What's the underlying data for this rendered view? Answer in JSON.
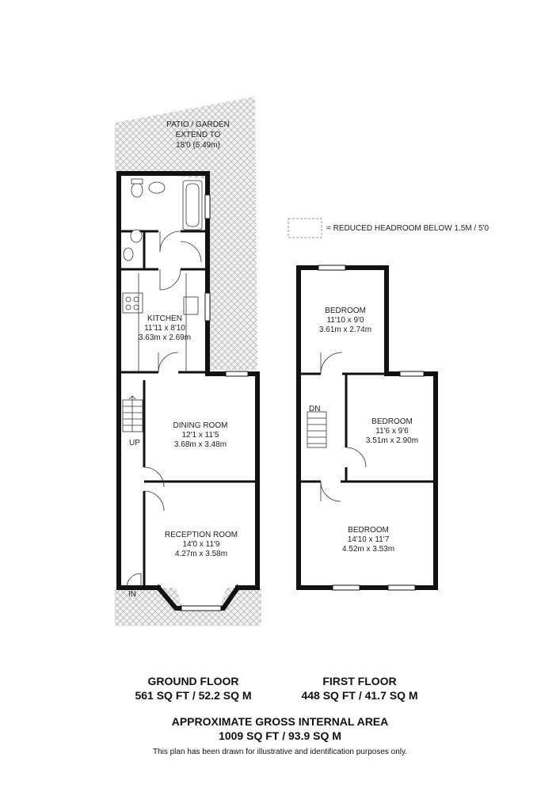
{
  "garden": {
    "line1": "PATIO / GARDEN",
    "line2": "EXTEND TO",
    "line3": "18'0  (5.49m)"
  },
  "legend": {
    "text": "= REDUCED HEADROOM BELOW 1.5M / 5'0"
  },
  "ground_floor": {
    "title": "GROUND FLOOR",
    "area": "561 SQ FT / 52.2 SQ M",
    "rooms": [
      {
        "name": "KITCHEN",
        "imperial": "11'11 x 8'10",
        "metric": "3.63m x 2.69m"
      },
      {
        "name": "DINING ROOM",
        "imperial": "12'1 x 11'5",
        "metric": "3.68m x 3.48m"
      },
      {
        "name": "RECEPTION ROOM",
        "imperial": "14'0 x 11'9",
        "metric": "4.27m x 3.58m"
      }
    ],
    "up_label": "UP",
    "in_label": "IN"
  },
  "first_floor": {
    "title": "FIRST FLOOR",
    "area": "448 SQ FT / 41.7 SQ M",
    "rooms": [
      {
        "name": "BEDROOM",
        "imperial": "11'10 x 9'0",
        "metric": "3.61m x 2.74m"
      },
      {
        "name": "BEDROOM",
        "imperial": "11'6 x 9'6",
        "metric": "3.51m x 2.90m"
      },
      {
        "name": "BEDROOM",
        "imperial": "14'10 x 11'7",
        "metric": "4.52m x 3.53m"
      }
    ],
    "dn_label": "DN"
  },
  "gross_area": {
    "line1": "APPROXIMATE GROSS INTERNAL AREA",
    "line2": "1009 SQ FT / 93.9 SQ M"
  },
  "disclaimer": "This plan has been drawn for illustrative and identification purposes only."
}
